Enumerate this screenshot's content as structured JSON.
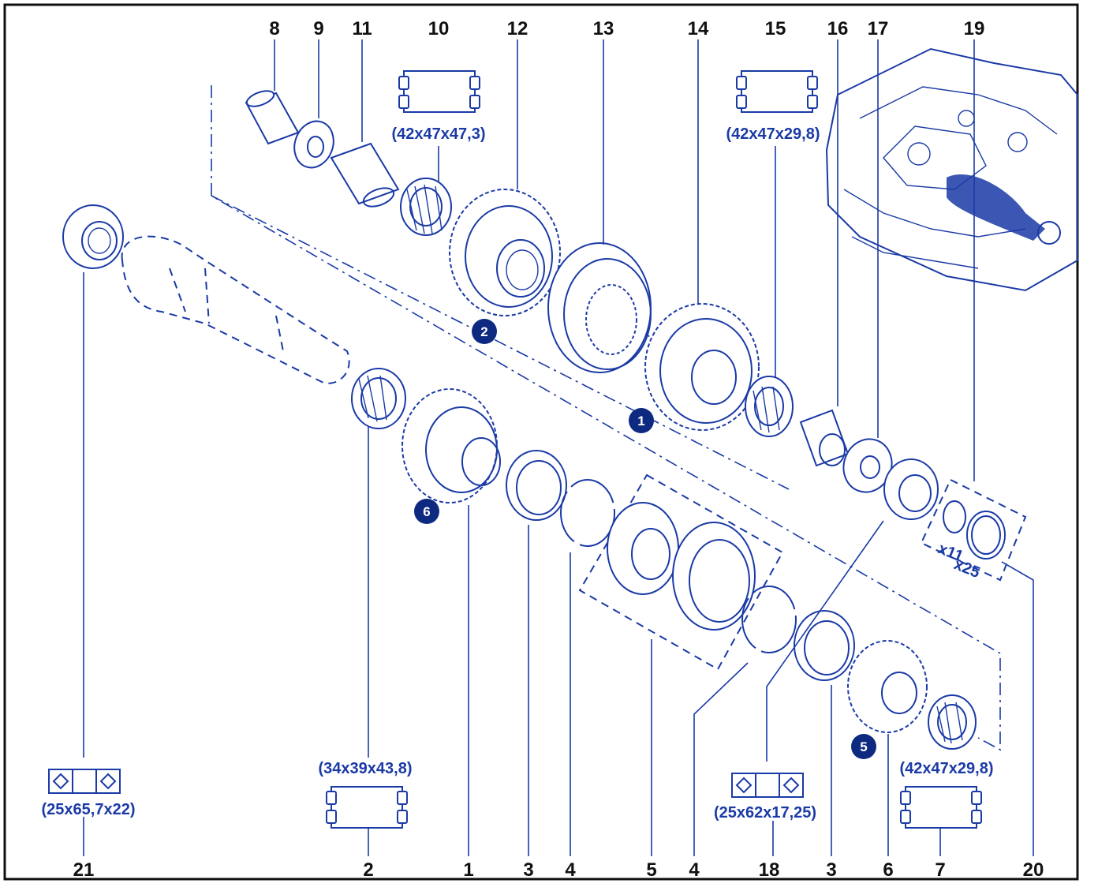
{
  "callouts": {
    "n8": "8",
    "n9": "9",
    "n11": "11",
    "n10": "10",
    "n12": "12",
    "n13": "13",
    "n14": "14",
    "n15": "15",
    "n16": "16",
    "n17": "17",
    "n19": "19",
    "n21": "21",
    "n2": "2",
    "n1": "1",
    "n3a": "3",
    "n4a": "4",
    "n5": "5",
    "n4b": "4",
    "n18": "18",
    "n3b": "3",
    "n6": "6",
    "n7": "7",
    "n20": "20"
  },
  "dimensions": {
    "bearing_10": "(42x47x47,3)",
    "bearing_15": "(42x47x29,8)",
    "bearing_21": "(25x65,7x22)",
    "bearing_2": "(34x39x43,8)",
    "bearing_18": "(25x62x17,25)",
    "bearing_7": "(42x47x29,8)"
  },
  "badges": {
    "b2": "2",
    "b1": "1",
    "b6": "6",
    "b5": "5"
  },
  "quantities": {
    "q11": "x11",
    "q25": "x25"
  },
  "colors": {
    "line": "#1a3aa6",
    "text": "#111111",
    "badge": "#0d2a80"
  }
}
